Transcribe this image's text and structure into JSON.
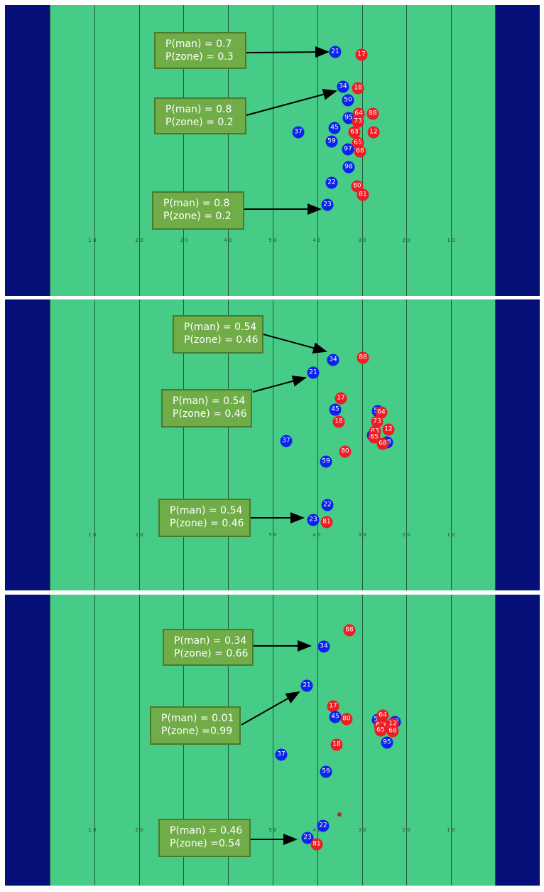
{
  "field": {
    "endzone_color": "#070f78",
    "grass_color": "#46cc86",
    "yard_numbers": [
      "1 0",
      "2 0",
      "3 0",
      "4 0",
      "5 0",
      "4 0",
      "3 0",
      "2 0",
      "1 0"
    ]
  },
  "panels": [
    {
      "annotations": [
        {
          "man": "P(man) = 0.7",
          "zone": "P(zone) = 0.3"
        },
        {
          "man": "P(man) = 0.8",
          "zone": "P(zone) = 0.2"
        },
        {
          "man": "P(man) = 0.8",
          "zone": "P(zone) = 0.2"
        }
      ],
      "players": [
        {
          "n": "21",
          "team": "defense"
        },
        {
          "n": "17",
          "team": "offense"
        },
        {
          "n": "34",
          "team": "defense"
        },
        {
          "n": "18",
          "team": "offense"
        },
        {
          "n": "50",
          "team": "defense"
        },
        {
          "n": "95",
          "team": "defense"
        },
        {
          "n": "64",
          "team": "offense"
        },
        {
          "n": "88",
          "team": "offense"
        },
        {
          "n": "73",
          "team": "offense"
        },
        {
          "n": "37",
          "team": "defense"
        },
        {
          "n": "45",
          "team": "defense"
        },
        {
          "n": "63",
          "team": "offense"
        },
        {
          "n": "12",
          "team": "offense"
        },
        {
          "n": "59",
          "team": "defense"
        },
        {
          "n": "65",
          "team": "offense"
        },
        {
          "n": "97",
          "team": "defense"
        },
        {
          "n": "68",
          "team": "offense"
        },
        {
          "n": "98",
          "team": "defense"
        },
        {
          "n": "22",
          "team": "defense"
        },
        {
          "n": "80",
          "team": "offense"
        },
        {
          "n": "81",
          "team": "offense"
        },
        {
          "n": "23",
          "team": "defense"
        }
      ]
    },
    {
      "annotations": [
        {
          "man": "P(man) = 0.54",
          "zone": "P(zone) = 0.46"
        },
        {
          "man": "P(man) = 0.54",
          "zone": "P(zone) = 0.46"
        },
        {
          "man": "P(man) = 0.54",
          "zone": "P(zone) = 0.46"
        }
      ],
      "players": [
        {
          "n": "34",
          "team": "defense"
        },
        {
          "n": "88",
          "team": "offense"
        },
        {
          "n": "21",
          "team": "defense"
        },
        {
          "n": "17",
          "team": "offense"
        },
        {
          "n": "45",
          "team": "defense"
        },
        {
          "n": "50",
          "team": "defense"
        },
        {
          "n": "64",
          "team": "offense"
        },
        {
          "n": "18",
          "team": "offense"
        },
        {
          "n": "73",
          "team": "offense"
        },
        {
          "n": "95",
          "team": "defense"
        },
        {
          "n": "12",
          "team": "offense"
        },
        {
          "n": "63",
          "team": "offense"
        },
        {
          "n": "65",
          "team": "offense"
        },
        {
          "n": "37",
          "team": "defense"
        },
        {
          "n": "98",
          "team": "defense"
        },
        {
          "n": "68",
          "team": "offense"
        },
        {
          "n": "80",
          "team": "offense"
        },
        {
          "n": "59",
          "team": "defense"
        },
        {
          "n": "22",
          "team": "defense"
        },
        {
          "n": "23",
          "team": "defense"
        },
        {
          "n": "81",
          "team": "offense"
        }
      ]
    },
    {
      "annotations": [
        {
          "man": "P(man) = 0.34",
          "zone": "P(zone) = 0.66"
        },
        {
          "man": "P(man) = 0.01",
          "zone": "P(zone) =0.99"
        },
        {
          "man": "P(man) = 0.46",
          "zone": "P(zone) =0.54"
        }
      ],
      "players": [
        {
          "n": "88",
          "team": "offense"
        },
        {
          "n": "34",
          "team": "defense"
        },
        {
          "n": "21",
          "team": "defense"
        },
        {
          "n": "17",
          "team": "offense"
        },
        {
          "n": "45",
          "team": "defense"
        },
        {
          "n": "80",
          "team": "offense"
        },
        {
          "n": "50",
          "team": "defense"
        },
        {
          "n": "64",
          "team": "offense"
        },
        {
          "n": "98",
          "team": "defense"
        },
        {
          "n": "63",
          "team": "offense"
        },
        {
          "n": "73",
          "team": "offense"
        },
        {
          "n": "12",
          "team": "offense"
        },
        {
          "n": "65",
          "team": "offense"
        },
        {
          "n": "68",
          "team": "offense"
        },
        {
          "n": "95",
          "team": "defense"
        },
        {
          "n": "18",
          "team": "offense"
        },
        {
          "n": "37",
          "team": "defense"
        },
        {
          "n": "59",
          "team": "defense"
        },
        {
          "n": "22",
          "team": "defense"
        },
        {
          "n": "23",
          "team": "defense"
        },
        {
          "n": "81",
          "team": "offense"
        }
      ]
    }
  ]
}
